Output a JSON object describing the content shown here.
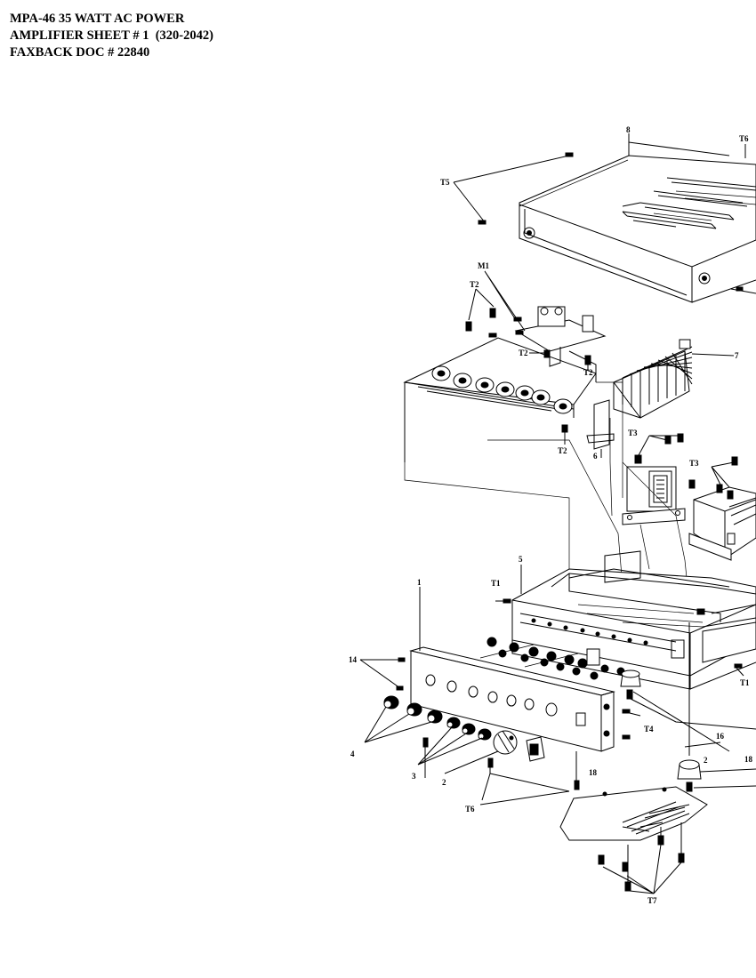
{
  "header": {
    "line1": "MPA-46 35 WATT AC POWER",
    "line2": "AMPLIFIER SHEET # 1  (320-2042)",
    "line3": "FAXBACK DOC # 22840"
  },
  "labels": {
    "l8": "8",
    "lT6": "T6",
    "lT5": "T5",
    "lM1": "M1",
    "lT2a": "T2",
    "lT2b": "T2",
    "lT2c": "T2",
    "lT2d": "T2",
    "l7": "7",
    "l6": "6",
    "lT3a": "T3",
    "lT3b": "T3",
    "l5": "5",
    "lT1a": "T1",
    "lT1b": "T1",
    "l1": "1",
    "l14": "14",
    "lT4": "T4",
    "l16": "16",
    "l18a": "18",
    "l4": "4",
    "l3": "3",
    "l2a": "2",
    "l2b": "2",
    "lT6b": "T6",
    "l18b": "18",
    "lT7": "T7"
  }
}
